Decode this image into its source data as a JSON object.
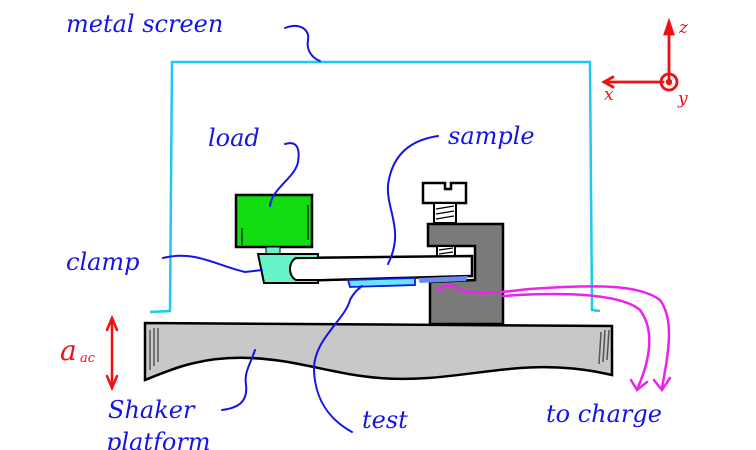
{
  "diagram": {
    "title": "Shaker-based test charge setup",
    "labels": {
      "metal_screen": "metal screen",
      "load": "load",
      "sample": "sample",
      "clamp": "clamp",
      "shaker_line1": "Shaker",
      "shaker_line2": "platform",
      "test": "test",
      "to_charge": "to charge",
      "acceleration": "a",
      "acceleration_sub": "ac"
    },
    "axes": {
      "z": "z",
      "x": "x",
      "y": "y"
    },
    "colors": {
      "label_text": "#1414e6",
      "axes": "#ee1111",
      "metal_screen": "#1ec8f0",
      "load": "#11dd11",
      "clamp": "#66f5c8",
      "clamp_block": "#7a7a7a",
      "platform": "#c8c8c8",
      "electrode": "#66e6f5",
      "wires": "#ee22ee"
    }
  }
}
